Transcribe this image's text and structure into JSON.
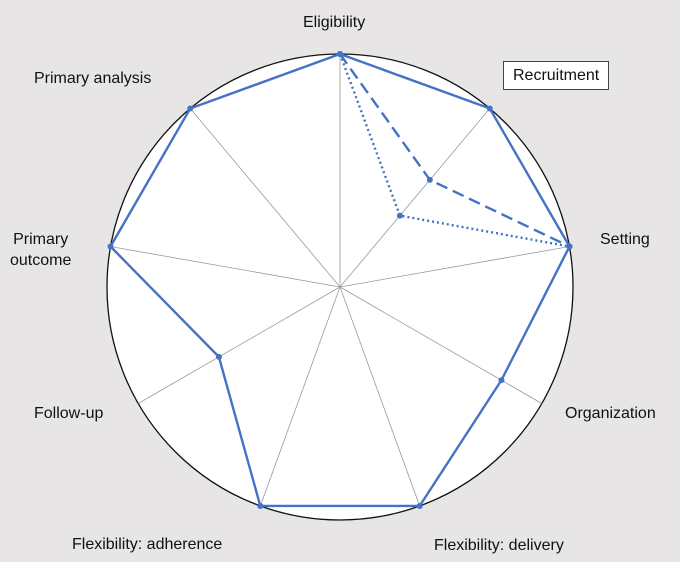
{
  "chart_data": {
    "type": "radar",
    "scale_max": 5,
    "grid": "spokes",
    "axes": [
      "Eligibility",
      "Recruitment",
      "Setting",
      "Organization",
      "Flexibility: delivery",
      "Flexibility: adherence",
      "Follow-up",
      "Primary\noutcome",
      "Primary analysis"
    ],
    "highlighted_axis": "Recruitment",
    "series": [
      {
        "line_style": "solid",
        "color": "#4472c4",
        "values": [
          5,
          5,
          5,
          4,
          5,
          5,
          3,
          5,
          5
        ]
      },
      {
        "line_style": "dashed",
        "color": "#4472c4",
        "values": [
          5,
          3,
          5
        ]
      },
      {
        "line_style": "dotted",
        "color": "#4472c4",
        "values": [
          5,
          2,
          5
        ]
      }
    ]
  }
}
